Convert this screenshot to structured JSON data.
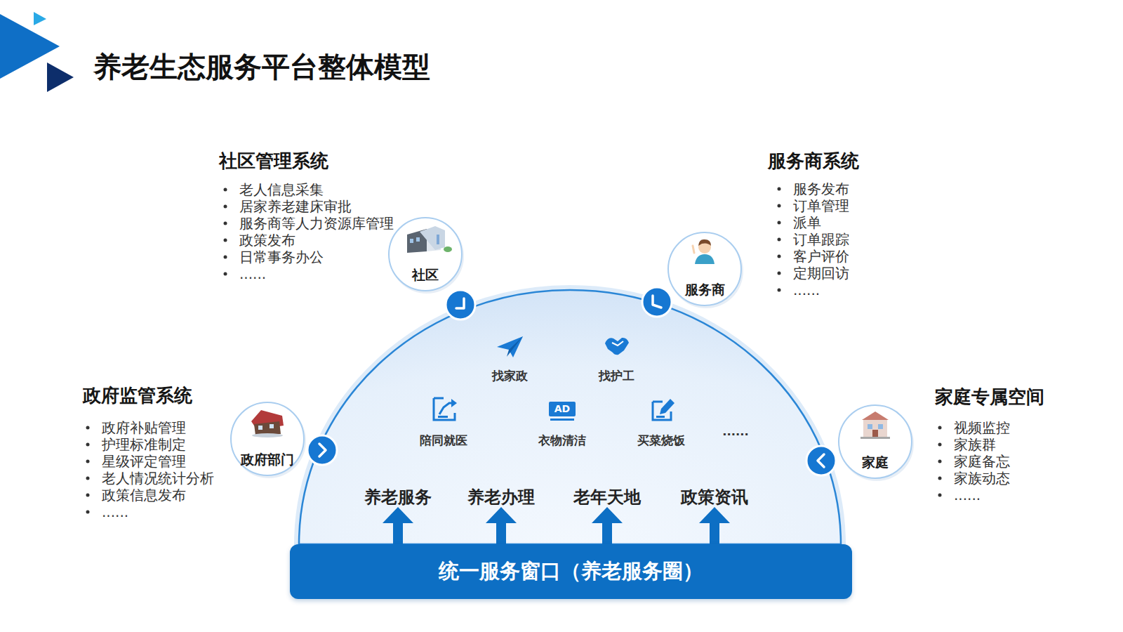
{
  "diagram": {
    "title": "养老生态服务平台整体模型",
    "nodes": [
      {
        "text": [
          "社区"
        ]
      },
      {
        "text": [
          "服务商"
        ]
      },
      {
        "text": [
          "政府部门"
        ]
      },
      {
        "text": [
          "家庭"
        ]
      },
      {
        "text": [
          "统一服务窗口（养老服务圈）"
        ]
      }
    ],
    "labels": [
      "社区管理系统",
      "老人信息采集",
      "居家养老建床审批",
      "服务商等人力资源库管理",
      "政策发布",
      "日常事务办公",
      "......",
      "服务商系统",
      "服务发布",
      "订单管理",
      "派单",
      "订单跟踪",
      "客户评价",
      "定期回访",
      "......",
      "政府监管系统",
      "政府补贴管理",
      "护理标准制定",
      "星级评定管理",
      "老人情况统计分析",
      "政策信息发布",
      "......",
      "家庭专属空间",
      "视频监控",
      "家族群",
      "家庭备忘",
      "家族动态",
      "......",
      "找家政",
      "找护工",
      "陪同就医",
      "衣物清洁",
      "买菜烧饭",
      "......",
      "养老服务",
      "养老办理",
      "老年天地",
      "政策资讯",
      "AD"
    ]
  }
}
